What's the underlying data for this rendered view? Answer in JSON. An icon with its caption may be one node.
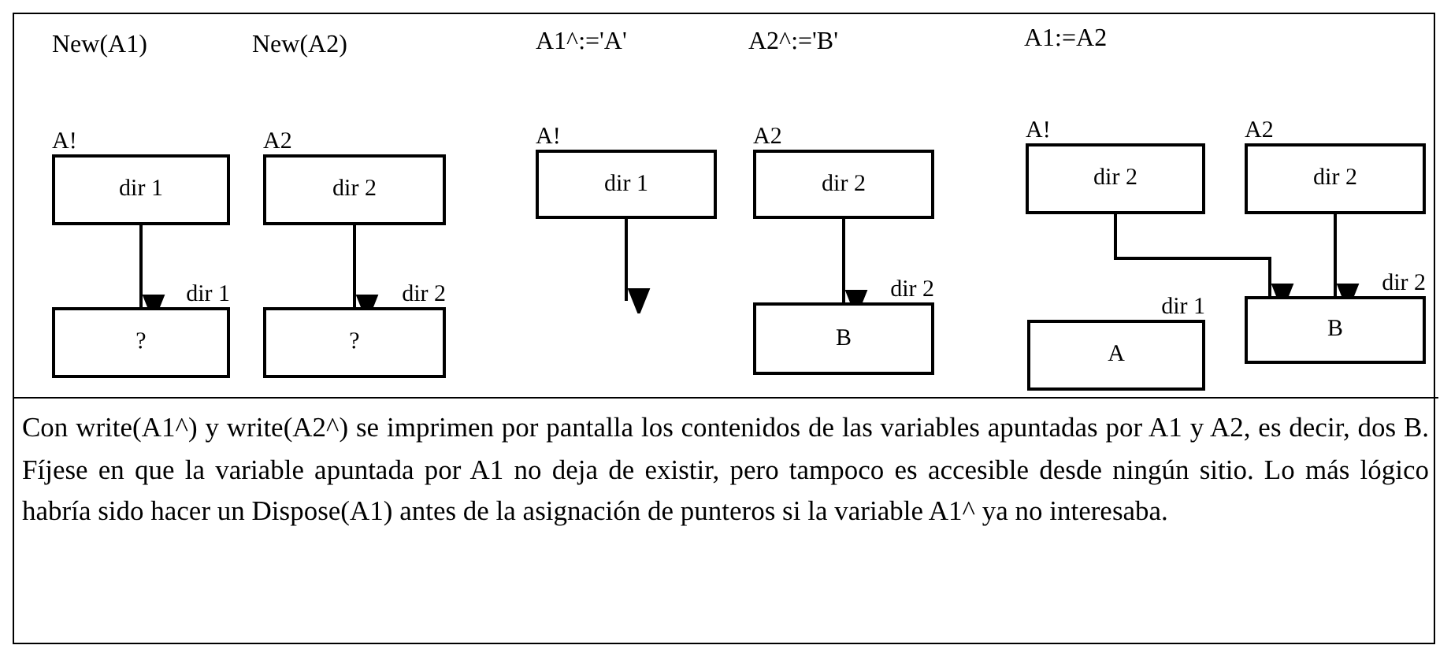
{
  "diagram": {
    "caption": "Con write(A1^) y write(A2^) se imprimen por pantalla los contenidos de las variables apuntadas por A1 y A2, es decir, dos B. Fíjese en que la variable apuntada por A1 no deja de existir, pero tampoco es accesible desde ningún sitio. Lo más lógico habría sido hacer un Dispose(A1) antes de la asignación de punteros si la variable A1^ ya no interesaba.",
    "nodes": [
      {
        "text": [
          "A!",
          "dir 1"
        ]
      },
      {
        "text": [
          "dir 1",
          "?"
        ]
      },
      {
        "text": [
          "A2",
          "dir 2"
        ]
      },
      {
        "text": [
          "dir 2",
          "?"
        ]
      },
      {
        "text": [
          "A!",
          "dir 1"
        ]
      },
      {
        "text": [
          "A2",
          "dir 2"
        ]
      },
      {
        "text": [
          "dir 2",
          "B"
        ]
      },
      {
        "text": [
          "A!",
          "dir 2"
        ]
      },
      {
        "text": [
          "A2",
          "dir 2"
        ]
      },
      {
        "text": [
          "dir 2",
          "B"
        ]
      },
      {
        "text": [
          "dir 1",
          "A"
        ]
      }
    ],
    "edges": [
      {
        "from": 0,
        "to": 1,
        "arrow": "to"
      },
      {
        "from": 2,
        "to": 3,
        "arrow": "to"
      },
      {
        "from": 4,
        "to": null,
        "arrow": "to"
      },
      {
        "from": 5,
        "to": 6,
        "arrow": "to"
      },
      {
        "from": 7,
        "to": 9,
        "arrow": "to"
      },
      {
        "from": 8,
        "to": 9,
        "arrow": "to"
      }
    ],
    "labels": [
      "New(A1)",
      "New(A2)",
      "A1^:='A'",
      "A2^:='B'",
      "A1:=A2"
    ]
  }
}
